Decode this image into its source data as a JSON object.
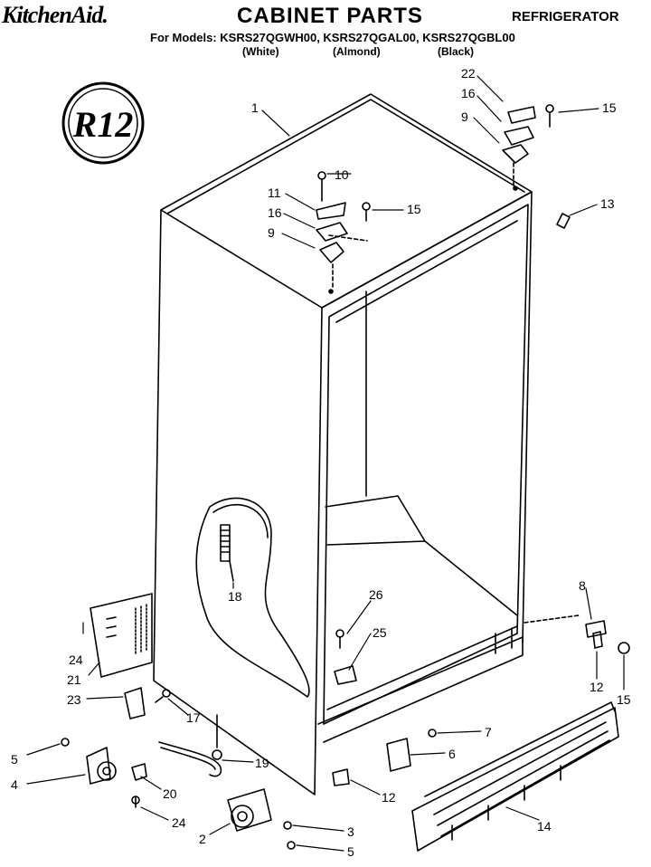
{
  "header": {
    "brand": "KitchenAid.",
    "title": "CABINET PARTS",
    "category": "REFRIGERATOR",
    "models_line": "For Models: KSRS27QGWH00, KSRS27QGAL00, KSRS27QGBL00",
    "colors": [
      "(White)",
      "(Almond)",
      "(Black)"
    ]
  },
  "badge": {
    "text": "R12"
  },
  "callouts": [
    {
      "id": "c1",
      "text": "1"
    },
    {
      "id": "c22",
      "text": "22"
    },
    {
      "id": "c16a",
      "text": "16"
    },
    {
      "id": "c15a",
      "text": "15"
    },
    {
      "id": "c9a",
      "text": "9"
    },
    {
      "id": "c10",
      "text": "10"
    },
    {
      "id": "c11",
      "text": "11"
    },
    {
      "id": "c16b",
      "text": "16"
    },
    {
      "id": "c15b",
      "text": "15"
    },
    {
      "id": "c9b",
      "text": "9"
    },
    {
      "id": "c13",
      "text": "13"
    },
    {
      "id": "c18",
      "text": "18"
    },
    {
      "id": "c8",
      "text": "8"
    },
    {
      "id": "c26",
      "text": "26"
    },
    {
      "id": "c25",
      "text": "25"
    },
    {
      "id": "c24a",
      "text": "24"
    },
    {
      "id": "c21",
      "text": "21"
    },
    {
      "id": "c23",
      "text": "23"
    },
    {
      "id": "c17",
      "text": "17"
    },
    {
      "id": "c12a",
      "text": "12"
    },
    {
      "id": "c15c",
      "text": "15"
    },
    {
      "id": "c7",
      "text": "7"
    },
    {
      "id": "c5a",
      "text": "5"
    },
    {
      "id": "c6",
      "text": "6"
    },
    {
      "id": "c4",
      "text": "4"
    },
    {
      "id": "c19",
      "text": "19"
    },
    {
      "id": "c20",
      "text": "20"
    },
    {
      "id": "c12b",
      "text": "12"
    },
    {
      "id": "c24b",
      "text": "24"
    },
    {
      "id": "c14",
      "text": "14"
    },
    {
      "id": "c2",
      "text": "2"
    },
    {
      "id": "c3",
      "text": "3"
    },
    {
      "id": "c5b",
      "text": "5"
    }
  ]
}
